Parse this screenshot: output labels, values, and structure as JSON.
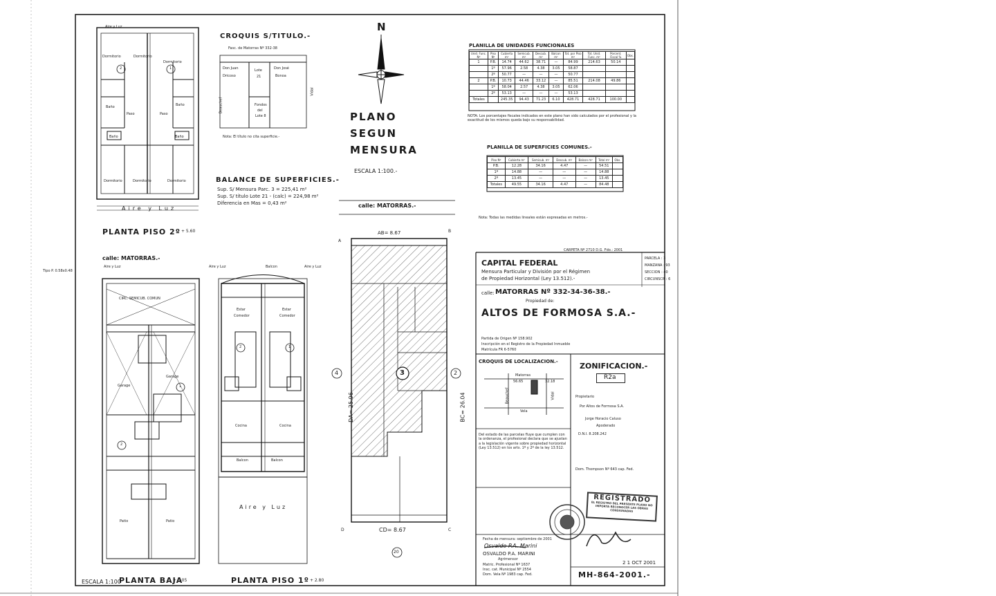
{
  "north": "N",
  "plan_title": [
    "PLANO",
    "SEGUN",
    "MENSURA"
  ],
  "escala": "ESCALA 1:100.-",
  "croquis_titulo": {
    "title": "CROQUIS S/TITULO.-",
    "caption": "Fasc. de Matorras Nº 332-38",
    "owners": [
      "Don Juan",
      "Dricoso",
      "Lote",
      "21",
      "Don José",
      "Bonoa"
    ],
    "fondos": [
      "Fondos",
      "del",
      "Lote 8"
    ],
    "note": "Nota: El título no cita superficie.-",
    "street_left": "Beauchef",
    "street_right": "Vidal"
  },
  "balance": {
    "title": "BALANCE DE SUPERFICIES.-",
    "rows": [
      "Sup. S/ Mensura Parc. 3 = 225,41 m²",
      "Sup. S/ título Lote 21 - (calc) = 224,98 m²",
      "Diferencia en Mas = 0,43 m²"
    ]
  },
  "plantas": {
    "piso2": "PLANTA PISO 2º",
    "piso2_level": "+ 5.60",
    "baja": "PLANTA BAJA",
    "baja_level": "+ 0.05",
    "piso1": "PLANTA PISO 1º",
    "piso1_level": "+ 2.80",
    "escala_baja": "ESCALA 1:100"
  },
  "rooms": {
    "dormitorio": "Dormitorio",
    "bano": "Baño",
    "paso": "Paso",
    "garage": "Garage",
    "patio": "Patio",
    "estar": "Estar",
    "comedor": "Comedor",
    "cocina": "Cocina",
    "balcon": "Balcon",
    "aire_luz": "Aire y Luz",
    "circ": "CIRC. SEMICUB. COMUN",
    "unit_1": "1",
    "unit_2": "2",
    "unit_3": "3",
    "unit_4": "4"
  },
  "calle_matorras_top": "calle: MATORRAS.-",
  "calle_matorras_left": "calle: MATORRAS.-",
  "parcel_dims": {
    "ab": "AB= 8.67",
    "cd": "CD= 8.67",
    "da": "DA= 25.96",
    "bc": "BC= 26.04",
    "corner_a": "A",
    "corner_b": "B",
    "corner_c": "C",
    "corner_d": "D",
    "sheet_no": "20"
  },
  "tipo": "Tipo P. 0.58x0.48",
  "planilla_uf": {
    "title": "PLANILLA DE UNIDADES FUNCIONALES",
    "header": [
      "Unid. Func. Nº",
      "Piso Nº",
      "Cubierta m²",
      "Semicub. m²",
      "Descub. m²",
      "Balcon m²",
      "Tot. por Piso m²",
      "Tot. Unid. Func. m²",
      "Porcent. Fiscal %",
      "Obs."
    ],
    "rows": [
      [
        "1",
        "P.B.",
        "14.74",
        "44.62",
        "38.71",
        "—",
        "84.99",
        "214.63",
        "50.14",
        ""
      ],
      [
        "",
        "1º",
        "57.96",
        "2.58",
        "4.38",
        "3.05",
        "58.87",
        "",
        "",
        ""
      ],
      [
        "",
        "2º",
        "50.77",
        "—",
        "—",
        "—",
        "50.77",
        "",
        "",
        ""
      ],
      [
        "2",
        "P.B.",
        "10.73",
        "44.46",
        "33.12",
        "—",
        "85.51",
        "214.08",
        "49.86",
        ""
      ],
      [
        "",
        "1º",
        "58.04",
        "2.57",
        "4.38",
        "3.05",
        "62.06",
        "",
        "",
        ""
      ],
      [
        "",
        "2º",
        "53.13",
        "—",
        "—",
        "—",
        "53.13",
        "",
        "",
        ""
      ],
      [
        "Totales",
        "",
        "245.35",
        "94.43",
        "71.23",
        "6.10",
        "428.71",
        "428.71",
        "100.00",
        ""
      ]
    ],
    "note": "NOTA: Los porcentajes fiscales indicados en este plano han sido calculados por el profesional y la exactitud de los mismos queda bajo su responsabilidad."
  },
  "planilla_sc": {
    "title": "PLANILLA DE SUPERFICIES COMUNES.-",
    "header": [
      "Piso Nº",
      "Cubierta m²",
      "Semicub. m²",
      "Descub. m²",
      "Balcon m²",
      "Total m²",
      "Obs."
    ],
    "rows": [
      [
        "P.B.",
        "12.28",
        "34.16",
        "4.47",
        "—",
        "54.51",
        ""
      ],
      [
        "1º",
        "14.88",
        "—",
        "—",
        "—",
        "14.88",
        ""
      ],
      [
        "2º",
        "13.45",
        "—",
        "—",
        "—",
        "13.45",
        ""
      ],
      [
        "Totales",
        "49.55",
        "34.16",
        "4.47",
        "—",
        "84.48",
        ""
      ]
    ]
  },
  "nota_medidas": "Nota: Todas las medidas lineales están expresadas en metros.-",
  "carpeta": "CARPETA Nº 2710   D.G. Fdo.: 2001",
  "title_block": {
    "capital": "CAPITAL FEDERAL",
    "mensura": "Mensura Particular y División por el Régimen",
    "mensura2": "de Propiedad Horizontal (Ley 13.512).-",
    "calle_label": "calle:",
    "calle_value": "MATORRAS  Nº 332-34-36-38.-",
    "propiedad": "Propiedad de:",
    "owner": "ALTOS DE FORMOSA S.A.-",
    "parcela": [
      "PARCELA",
      ": 3"
    ],
    "manzana": [
      "MANZANA",
      ": 93"
    ],
    "seccion": [
      "SECCION",
      ": 40"
    ],
    "circunscr": [
      "CIRCUNSCR",
      ": 6"
    ],
    "partida": [
      "Partida de Origen Nº 158.902",
      "Inscripción en el Registro de la Propiedad Inmueble",
      "Matrícula FR 6-5760"
    ]
  },
  "croquis_loc": {
    "title": "CROQUIS DE LOCALIZACION.-",
    "streets": [
      "Matorras",
      "Beauchef",
      "Vidal",
      "Vela"
    ],
    "dims": [
      "56.65",
      "32.18"
    ]
  },
  "zonificacion": {
    "title": "ZONIFICACION.-",
    "value": "R2a"
  },
  "propietario": {
    "lines": [
      "Propietario",
      "Por Altos de Formosa S.A.",
      "Jorge Horacio Caluso",
      "Apoderado",
      "D.N.I. 8.208.242",
      "Dom. Thompson Nº 643 cap. Fed."
    ]
  },
  "declaration": "Del estado de las parcelas fluye que cumplen con la ordenanza, el profesional declara que se ajustan a la legislación vigente sobre propiedad horizontal (Ley 13.512) en los arts. 1º y 2º de la ley 13.512.",
  "profesional": {
    "fecha": "Fecha de mensura: septiembre de 2001",
    "firma": "Osvaldo P.A. Marini",
    "name": "OSVALDO P.A. MARINI",
    "title": "Agrimensor",
    "lines": [
      "Matric. Profesional  Nº 1637",
      "Insc. cat. Municipal Nº 2554",
      "Dom. Vela Nº 1983 cap. Fed."
    ]
  },
  "stamps": {
    "registrado": "REGISTRADO",
    "registrado_sub": "EL REGISTRO DEL PRESENTE PLANO NO IMPORTA RECONOCER LAS OBRAS CONSIGNADAS",
    "date": "2 1 OCT 2001",
    "plan_number": "MH-864-2001.-"
  }
}
